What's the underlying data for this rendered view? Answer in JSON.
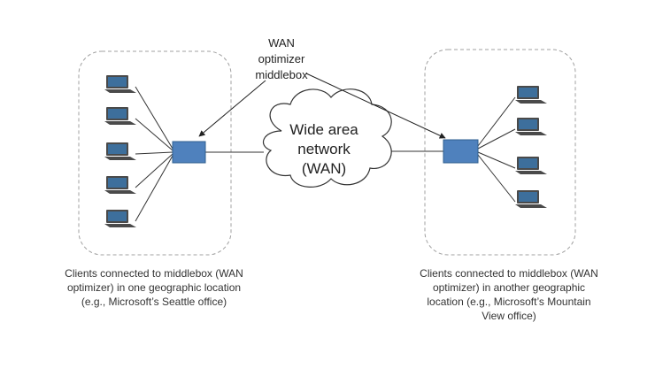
{
  "diagram": {
    "optimizer_label": [
      "WAN",
      "optimizer",
      "middlebox"
    ],
    "cloud_label": [
      "Wide area",
      "network",
      "(WAN)"
    ],
    "left_caption": [
      "Clients connected to middlebox (WAN",
      "optimizer) in one geographic location",
      "(e.g., Microsoft’s Seattle office)"
    ],
    "right_caption": [
      "Clients connected to middlebox (WAN",
      "optimizer) in another geographic",
      "location (e.g., Microsoft’s Mountain",
      "View office)"
    ],
    "left_clients": 5,
    "right_clients": 4,
    "colors": {
      "middlebox": "#4f81bd",
      "middlebox_border": "#2f5f8f",
      "laptop_screen": "#3d6f9c",
      "laptop_body": "#4a4a4a",
      "line": "#333333",
      "dashed_border": "#a0a0a0"
    },
    "icons": {
      "client": "laptop-icon",
      "middlebox": "box-icon",
      "wan": "cloud-icon"
    }
  }
}
